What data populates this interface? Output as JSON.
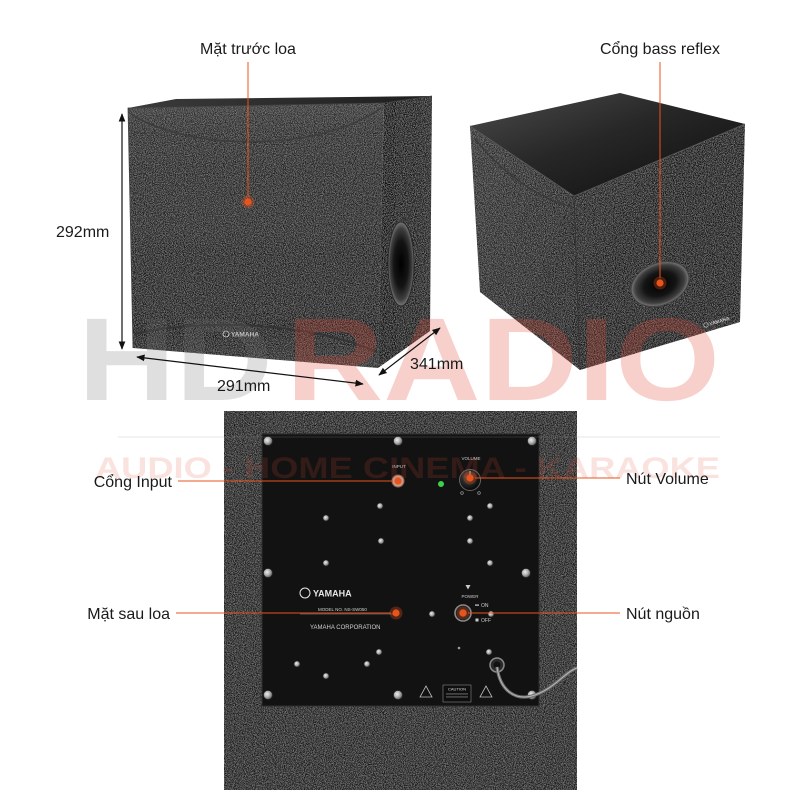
{
  "colors": {
    "callout": "#e8541c",
    "label_text": "#1a1a1a",
    "power_led": "#3bd14a",
    "watermark_gray": "#6f6f6f",
    "watermark_red": "#e14b3b"
  },
  "watermark": {
    "brand_hd": "HD",
    "brand_radio": "RADIO",
    "tagline": "AUDIO - HOME CINEMA - KARAOKE"
  },
  "front_view": {
    "callout_label": "Mặt trước loa",
    "logo": "YAMAHA",
    "dimensions": {
      "height": "292mm",
      "width": "291mm",
      "depth": "341mm"
    }
  },
  "angled_view": {
    "callout_label": "Cổng bass reflex",
    "logo": "YAMAHA"
  },
  "rear_view": {
    "callouts": {
      "input": "Cổng Input",
      "volume": "Nút Volume",
      "rear_panel": "Mặt sau loa",
      "power": "Nút nguồn"
    },
    "panel": {
      "logo": "YAMAHA",
      "model": "MODEL NO. NS-SW050",
      "manufacturer": "YAMAHA CORPORATION",
      "volume_label": "VOLUME",
      "input_label": "INPUT",
      "power_label": "POWER",
      "on_label": "ON",
      "off_label": "OFF",
      "caution_label": "CAUTION"
    }
  },
  "icons": [
    "yamaha-tuning-fork-logo-icon",
    "warning-triangle-icon",
    "callout-dot-icon",
    "dimension-arrow-icon",
    "power-arrow-icon"
  ]
}
